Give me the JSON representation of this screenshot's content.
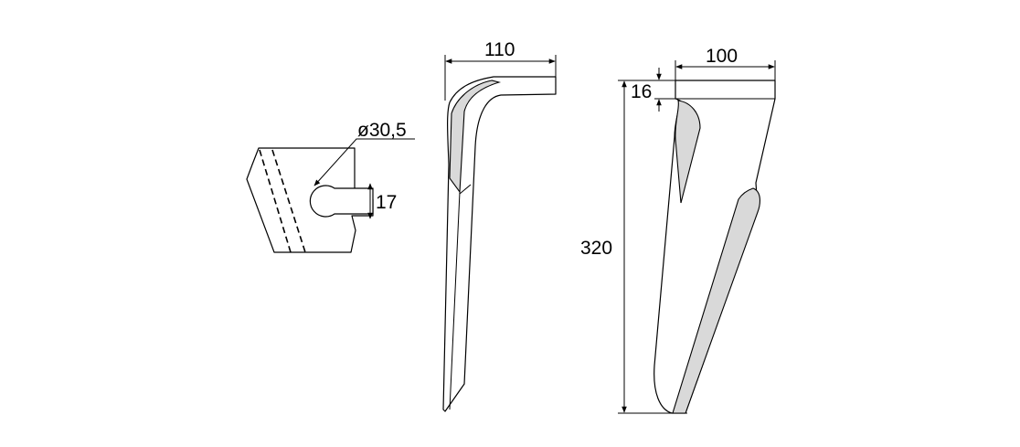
{
  "dimensions": {
    "hole_diameter": "ø30,5",
    "slot_height": "17",
    "side_width": "110",
    "front_width": "100",
    "top_thickness": "16",
    "total_height": "320"
  }
}
